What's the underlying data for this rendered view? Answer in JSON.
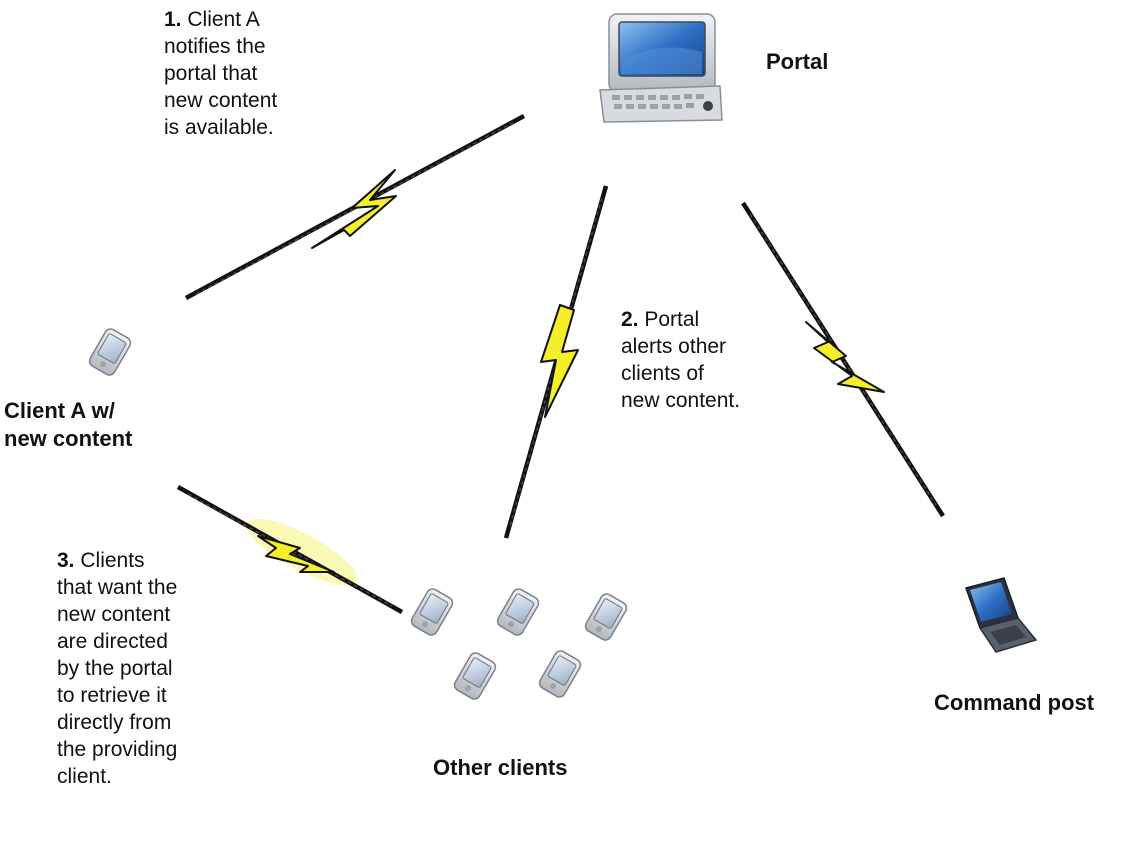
{
  "nodes": {
    "portal": {
      "label": "Portal",
      "icon": "tablet-computer-icon"
    },
    "client_a": {
      "label_lines": [
        "Client A w/",
        "new content"
      ],
      "icon": "pda-icon"
    },
    "other_clients": {
      "label": "Other clients",
      "icon": "pda-icon",
      "device_count": 5
    },
    "command_post": {
      "label": "Command post",
      "icon": "laptop-icon"
    }
  },
  "steps": {
    "step1": {
      "number": "1.",
      "lines": [
        "Client A",
        "notifies the",
        "portal that",
        "new content",
        "is available."
      ]
    },
    "step2": {
      "number": "2.",
      "lines": [
        "Portal",
        "alerts other",
        "clients of",
        "new content."
      ]
    },
    "step3": {
      "number": "3.",
      "lines": [
        "Clients",
        "that want the",
        "new content",
        "are directed",
        "by the portal",
        "to retrieve it",
        "directly from",
        "the providing",
        "client."
      ]
    }
  },
  "colors": {
    "link_line": "#111111",
    "lightning_fill": "#f5ef2a",
    "lightning_glow": "#fbf7a8",
    "screen_blue": "#2f6fc4",
    "device_silver": "#c9ccd2",
    "text": "#111111"
  }
}
